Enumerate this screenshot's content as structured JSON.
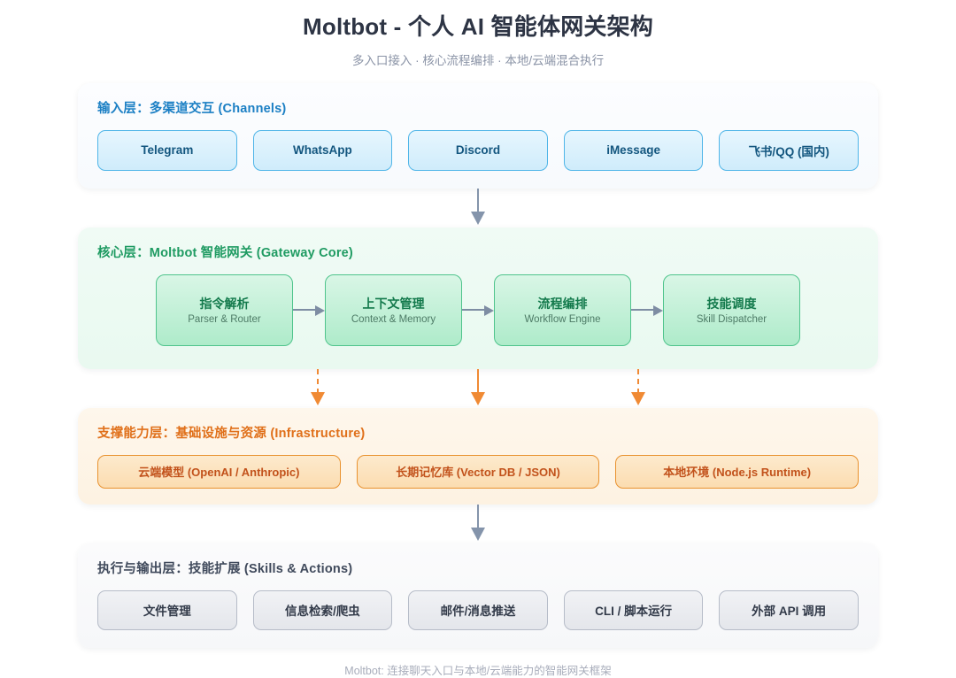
{
  "header": {
    "title": "Moltbot - 个人 AI 智能体网关架构",
    "subtitle": "多入口接入 · 核心流程编排 · 本地/云端混合执行"
  },
  "layers": {
    "input": {
      "title": "输入层：多渠道交互 (Channels)",
      "accent": "#1b7fc4",
      "chips": [
        {
          "label": "Telegram"
        },
        {
          "label": "WhatsApp"
        },
        {
          "label": "Discord"
        },
        {
          "label": "iMessage"
        },
        {
          "label": "飞书/QQ (国内)"
        }
      ]
    },
    "core": {
      "title": "核心层：Moltbot 智能网关 (Gateway Core)",
      "accent": "#1f9b62",
      "boxes": [
        {
          "cn": "指令解析",
          "en": "Parser & Router"
        },
        {
          "cn": "上下文管理",
          "en": "Context & Memory"
        },
        {
          "cn": "流程编排",
          "en": "Workflow Engine"
        },
        {
          "cn": "技能调度",
          "en": "Skill Dispatcher"
        }
      ]
    },
    "infra": {
      "title": "支撑能力层：基础设施与资源 (Infrastructure)",
      "accent": "#e0701a",
      "chips": [
        {
          "label": "云端模型 (OpenAI / Anthropic)"
        },
        {
          "label": "长期记忆库 (Vector DB / JSON)"
        },
        {
          "label": "本地环境 (Node.js Runtime)"
        }
      ]
    },
    "output": {
      "title": "执行与输出层：技能扩展 (Skills & Actions)",
      "accent": "#404a5c",
      "chips": [
        {
          "label": "文件管理"
        },
        {
          "label": "信息检索/爬虫"
        },
        {
          "label": "邮件/消息推送"
        },
        {
          "label": "CLI / 脚本运行"
        },
        {
          "label": "外部 API 调用"
        }
      ]
    }
  },
  "footer": {
    "text": "Moltbot: 连接聊天入口与本地/云端能力的智能网关框架"
  }
}
